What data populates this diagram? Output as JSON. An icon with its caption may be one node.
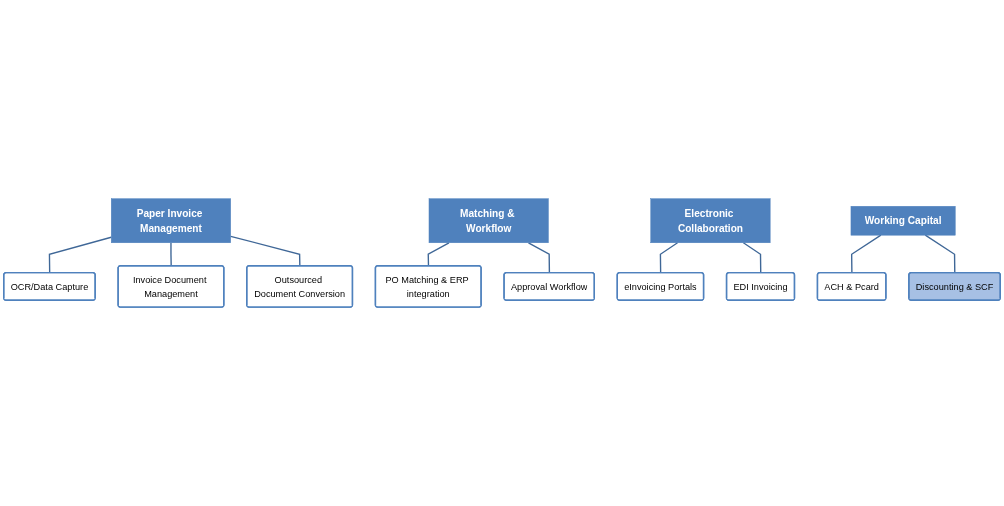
{
  "diagram": {
    "nodes": [
      {
        "text": [
          "Paper Invoice Management"
        ]
      },
      {
        "text": [
          "OCR/Data Capture"
        ]
      },
      {
        "text": [
          "Invoice Document Management"
        ]
      },
      {
        "text": [
          "Outsourced Document Conversion"
        ]
      },
      {
        "text": [
          "Matching & Workflow"
        ]
      },
      {
        "text": [
          "PO Matching & ERP integration"
        ]
      },
      {
        "text": [
          "Approval Workflow"
        ]
      },
      {
        "text": [
          "Electronic Collaboration"
        ]
      },
      {
        "text": [
          "eInvoicing Portals"
        ]
      },
      {
        "text": [
          "EDI Invoicing"
        ]
      },
      {
        "text": [
          "Working Capital"
        ]
      },
      {
        "text": [
          "ACH & Pcard"
        ]
      },
      {
        "text": [
          "Discounting & SCF"
        ]
      }
    ],
    "edges": [
      {
        "from": 0,
        "to": 1,
        "arrow": "none"
      },
      {
        "from": 0,
        "to": 2,
        "arrow": "none"
      },
      {
        "from": 0,
        "to": 3,
        "arrow": "none"
      },
      {
        "from": 4,
        "to": 5,
        "arrow": "none"
      },
      {
        "from": 4,
        "to": 6,
        "arrow": "none"
      },
      {
        "from": 7,
        "to": 8,
        "arrow": "none"
      },
      {
        "from": 7,
        "to": 9,
        "arrow": "none"
      },
      {
        "from": 10,
        "to": 11,
        "arrow": "none"
      },
      {
        "from": 10,
        "to": 12,
        "arrow": "none"
      }
    ]
  }
}
